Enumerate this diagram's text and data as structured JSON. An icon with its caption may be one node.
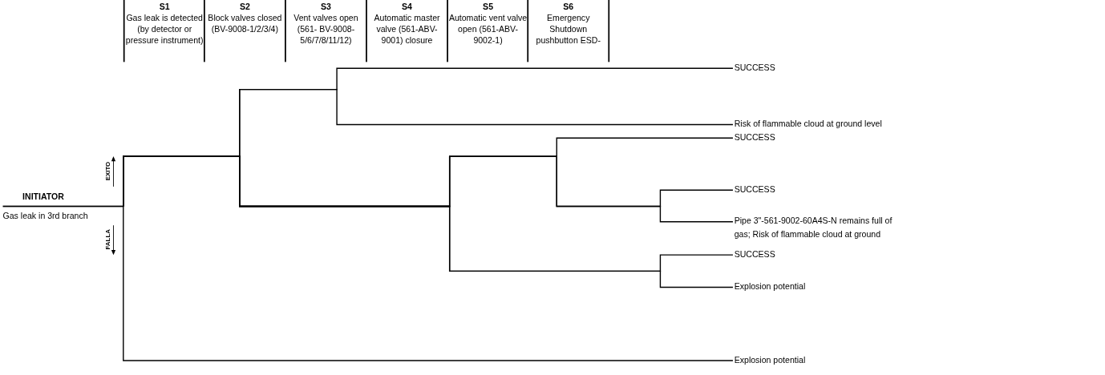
{
  "diagram": {
    "nodes": [
      {
        "text": [
          "INITIATOR",
          "Gas leak in 3rd branch"
        ]
      },
      {
        "text": [
          "SUCCESS"
        ]
      },
      {
        "text": [
          "Risk of flammable cloud at ground level"
        ]
      },
      {
        "text": [
          "SUCCESS"
        ]
      },
      {
        "text": [
          "SUCCESS"
        ]
      },
      {
        "text": [
          "Pipe 3\"-561-9002-60A4S-N remains full of gas; Risk of flammable cloud at ground"
        ]
      },
      {
        "text": [
          "SUCCESS"
        ]
      },
      {
        "text": [
          "Explosion potential"
        ]
      },
      {
        "text": [
          "Explosion potential"
        ]
      }
    ],
    "edges": [
      {
        "from": 0,
        "to": 1,
        "arrow": "none"
      },
      {
        "from": 0,
        "to": 2,
        "arrow": "none"
      },
      {
        "from": 0,
        "to": 3,
        "arrow": "none"
      },
      {
        "from": 0,
        "to": 4,
        "arrow": "none"
      },
      {
        "from": 0,
        "to": 5,
        "arrow": "none"
      },
      {
        "from": 0,
        "to": 6,
        "arrow": "none"
      },
      {
        "from": 0,
        "to": 7,
        "arrow": "none"
      },
      {
        "from": 0,
        "to": 8,
        "arrow": "none"
      }
    ],
    "labels": [
      "S1",
      "Gas leak is detected (by detector or pressure instrument)",
      "S2",
      "Block valves closed (BV-9008-1/2/3/4)",
      "S3",
      "Vent valves open (561- BV-9008- 5/6/7/8/11/12)",
      "S4",
      "Automatic master valve (561-ABV- 9001) closure",
      "S5",
      "Automatic vent valve open (561-ABV- 9002-1)",
      "S6",
      "Emergency Shutdown pushbutton ESD-",
      "EXITO",
      "FALLA"
    ]
  }
}
